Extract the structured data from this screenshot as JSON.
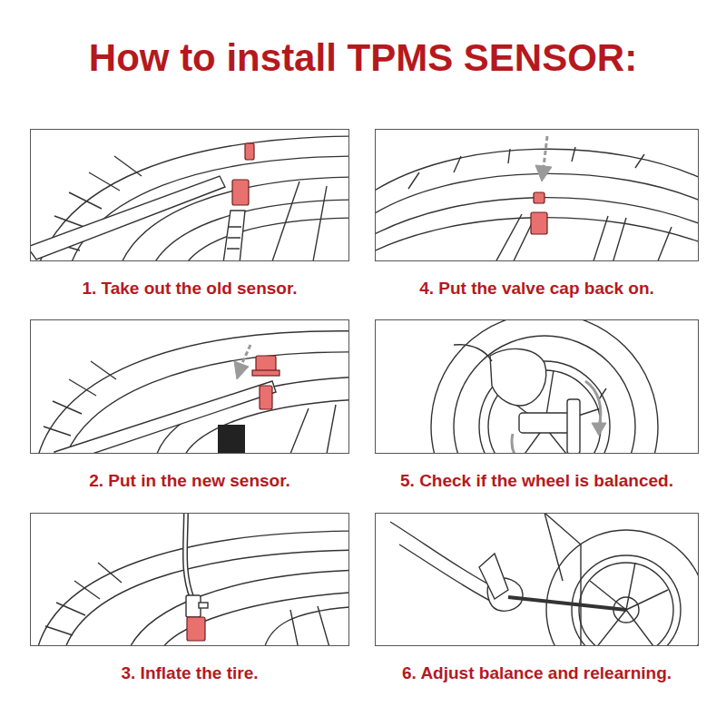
{
  "diagram": {
    "title": "How to install TPMS SENSOR:",
    "nodes": [
      {
        "text": [
          "1. Take out the old sensor."
        ]
      },
      {
        "text": [
          "4. Put the valve cap back on."
        ]
      },
      {
        "text": [
          "2. Put in the new sensor."
        ]
      },
      {
        "text": [
          "5. Check if the wheel is balanced."
        ]
      },
      {
        "text": [
          "3.  Inflate the tire."
        ]
      },
      {
        "text": [
          "6. Adjust balance and relearning."
        ]
      }
    ]
  }
}
